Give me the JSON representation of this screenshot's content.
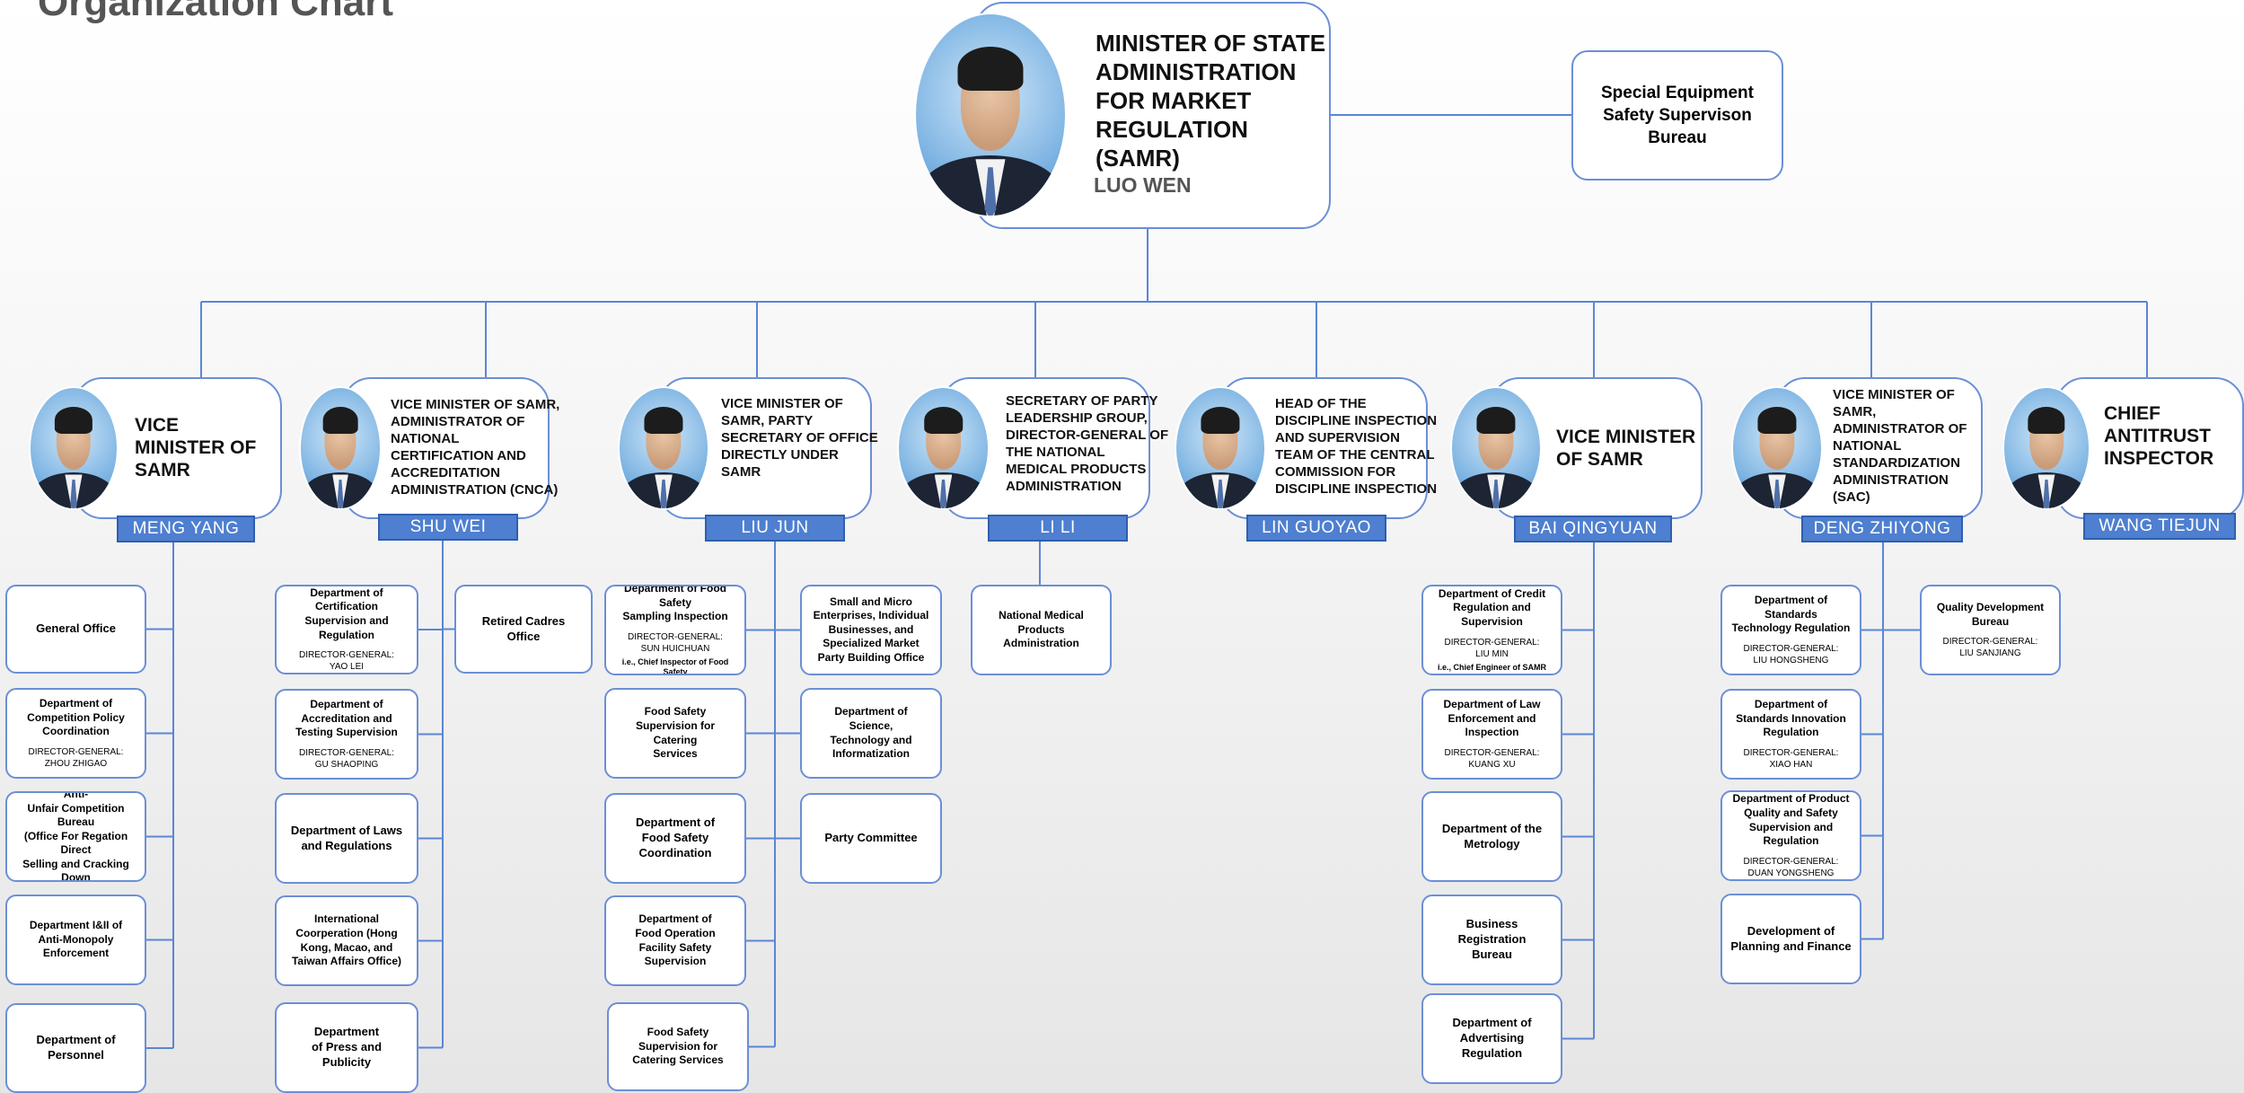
{
  "page_title": "Organization Chart",
  "minister": {
    "title": "MINISTER OF STATE\nADMINISTRATION\nFOR MARKET\nREGULATION (SAMR)",
    "name": "LUO WEN"
  },
  "special_bureau": "Special Equipment\nSafety Supervison\nBureau",
  "leaders": [
    {
      "title": "VICE\nMINISTER OF\nSAMR",
      "name": "MENG YANG",
      "departments": [
        {
          "name": "General Office"
        },
        {
          "name": "Department of\nCompetition Policy\nCoordination",
          "director": "DIRECTOR-GENERAL:\nZHOU ZHIGAO"
        },
        {
          "name": "Price Supervision and Anti-\nUnfair Competition Bureau\n(Office For Regation Direct\nSelling and Cracking Down\non Pyramid Schemes)"
        },
        {
          "name": "Department I&II of\nAnti-Monopoly\nEnforcement"
        },
        {
          "name": "Department of\nPersonnel"
        }
      ]
    },
    {
      "title": "VICE MINISTER OF SAMR,\nADMINISTRATOR OF\nNATIONAL\nCERTIFICATION AND\nACCREDITATION\nADMINISTRATION (CNCA)",
      "name": "SHU WEI",
      "departments": [
        {
          "name": "Department of\nCertification\nSupervision and\nRegulation",
          "director": "DIRECTOR-GENERAL:\nYAO LEI"
        },
        {
          "name": "Retired Cadres\nOffice"
        },
        {
          "name": "Department of\nAccreditation and\nTesting Supervision",
          "director": "DIRECTOR-GENERAL:\nGU SHAOPING"
        },
        {
          "name": "Department of Laws\nand Regulations"
        },
        {
          "name": "International\nCoorperation (Hong\nKong, Macao, and\nTaiwan Affairs Office)"
        },
        {
          "name": "Department\nof Press and\nPublicity"
        }
      ]
    },
    {
      "title": "VICE MINISTER OF\nSAMR, PARTY\nSECRETARY OF OFFICE\nDIRECTLY UNDER\nSAMR",
      "name": "LIU JUN",
      "departments": [
        {
          "name": "Department of  Food Safety\nSampling Inspection",
          "director": "DIRECTOR-GENERAL:\nSUN HUICHUAN",
          "note": "i.e., Chief Inspector of Food Safety"
        },
        {
          "name": "Small and Micro\nEnterprises, Individual\nBusinesses, and\nSpecialized Market\nParty Building Office"
        },
        {
          "name": "Food Safety\nSupervision for\nCatering\nServices"
        },
        {
          "name": "Department of\nScience,\nTechnology and\nInformatization"
        },
        {
          "name": "Department of\nFood Safety\nCoordination"
        },
        {
          "name": "Party Committee"
        },
        {
          "name": "Department of\nFood Operation\nFacility Safety\nSupervision"
        },
        {
          "name": "Food Safety\nSupervision for\nCatering Services"
        }
      ]
    },
    {
      "title": "SECRETARY OF PARTY\nLEADERSHIP GROUP,\nDIRECTOR-GENERAL OF\nTHE NATIONAL\nMEDICAL PRODUCTS\nADMINISTRATION",
      "name": "LI LI",
      "departments": [
        {
          "name": "National Medical\nProducts\nAdministration"
        }
      ]
    },
    {
      "title": "HEAD OF THE\nDISCIPLINE INSPECTION\nAND SUPERVISION\nTEAM OF THE CENTRAL\nCOMMISSION FOR\nDISCIPLINE INSPECTION",
      "name": "LIN GUOYAO",
      "departments": []
    },
    {
      "title": "VICE MINISTER\nOF SAMR",
      "name": "BAI QINGYUAN",
      "departments": [
        {
          "name": "Department of Credit\nRegulation and Supervision",
          "director": "DIRECTOR-GENERAL:\nLIU MIN",
          "note": "i.e., Chief Engineer of SAMR"
        },
        {
          "name": "Department of Law\nEnforcement and Inspection",
          "director": "DIRECTOR-GENERAL:\nKUANG XU"
        },
        {
          "name": "Department of the\nMetrology"
        },
        {
          "name": "Business\nRegistration\nBureau"
        },
        {
          "name": "Department of\nAdvertising\nRegulation"
        }
      ]
    },
    {
      "title": "VICE MINISTER OF\nSAMR,\nADMINISTRATOR OF\nNATIONAL\nSTANDARDIZATION\nADMINISTRATION\n(SAC)",
      "name": "DENG ZHIYONG",
      "departments": [
        {
          "name": "Department of Standards\nTechnology Regulation",
          "director": "DIRECTOR-GENERAL:\nLIU HONGSHENG"
        },
        {
          "name": "Quality Development\nBureau",
          "director": "DIRECTOR-GENERAL:\nLIU SANJIANG"
        },
        {
          "name": "Department of\nStandards Innovation\nRegulation",
          "director": "DIRECTOR-GENERAL:\nXIAO HAN"
        },
        {
          "name": "Department of Product\nQuality and Safety\nSupervision and Regulation",
          "director": "DIRECTOR-GENERAL:\nDUAN YONGSHENG"
        },
        {
          "name": "Development of\nPlanning and Finance"
        }
      ]
    },
    {
      "title": "CHIEF\nANTITRUST\nINSPECTOR",
      "name": "WANG TIEJUN",
      "departments": []
    }
  ],
  "colors": {
    "border": "#6b8fd6",
    "connector": "#5b86d6",
    "badge": "#4e7fd0"
  }
}
